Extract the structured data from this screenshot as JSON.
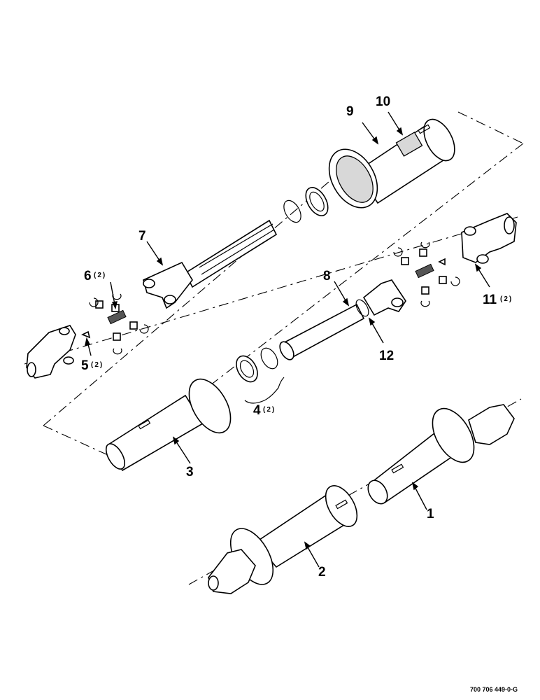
{
  "callouts": [
    {
      "id": "1",
      "label": "1",
      "qty": ""
    },
    {
      "id": "2",
      "label": "2",
      "qty": ""
    },
    {
      "id": "3",
      "label": "3",
      "qty": ""
    },
    {
      "id": "4",
      "label": "4",
      "qty": "(2)"
    },
    {
      "id": "5",
      "label": "5",
      "qty": "(2)"
    },
    {
      "id": "6",
      "label": "6",
      "qty": "(2)"
    },
    {
      "id": "7",
      "label": "7",
      "qty": ""
    },
    {
      "id": "8",
      "label": "8",
      "qty": ""
    },
    {
      "id": "9",
      "label": "9",
      "qty": ""
    },
    {
      "id": "10",
      "label": "10",
      "qty": ""
    },
    {
      "id": "11",
      "label": "11",
      "qty": "(2)"
    },
    {
      "id": "12",
      "label": "12",
      "qty": ""
    }
  ],
  "figure_number": "700 706 449-0-G"
}
